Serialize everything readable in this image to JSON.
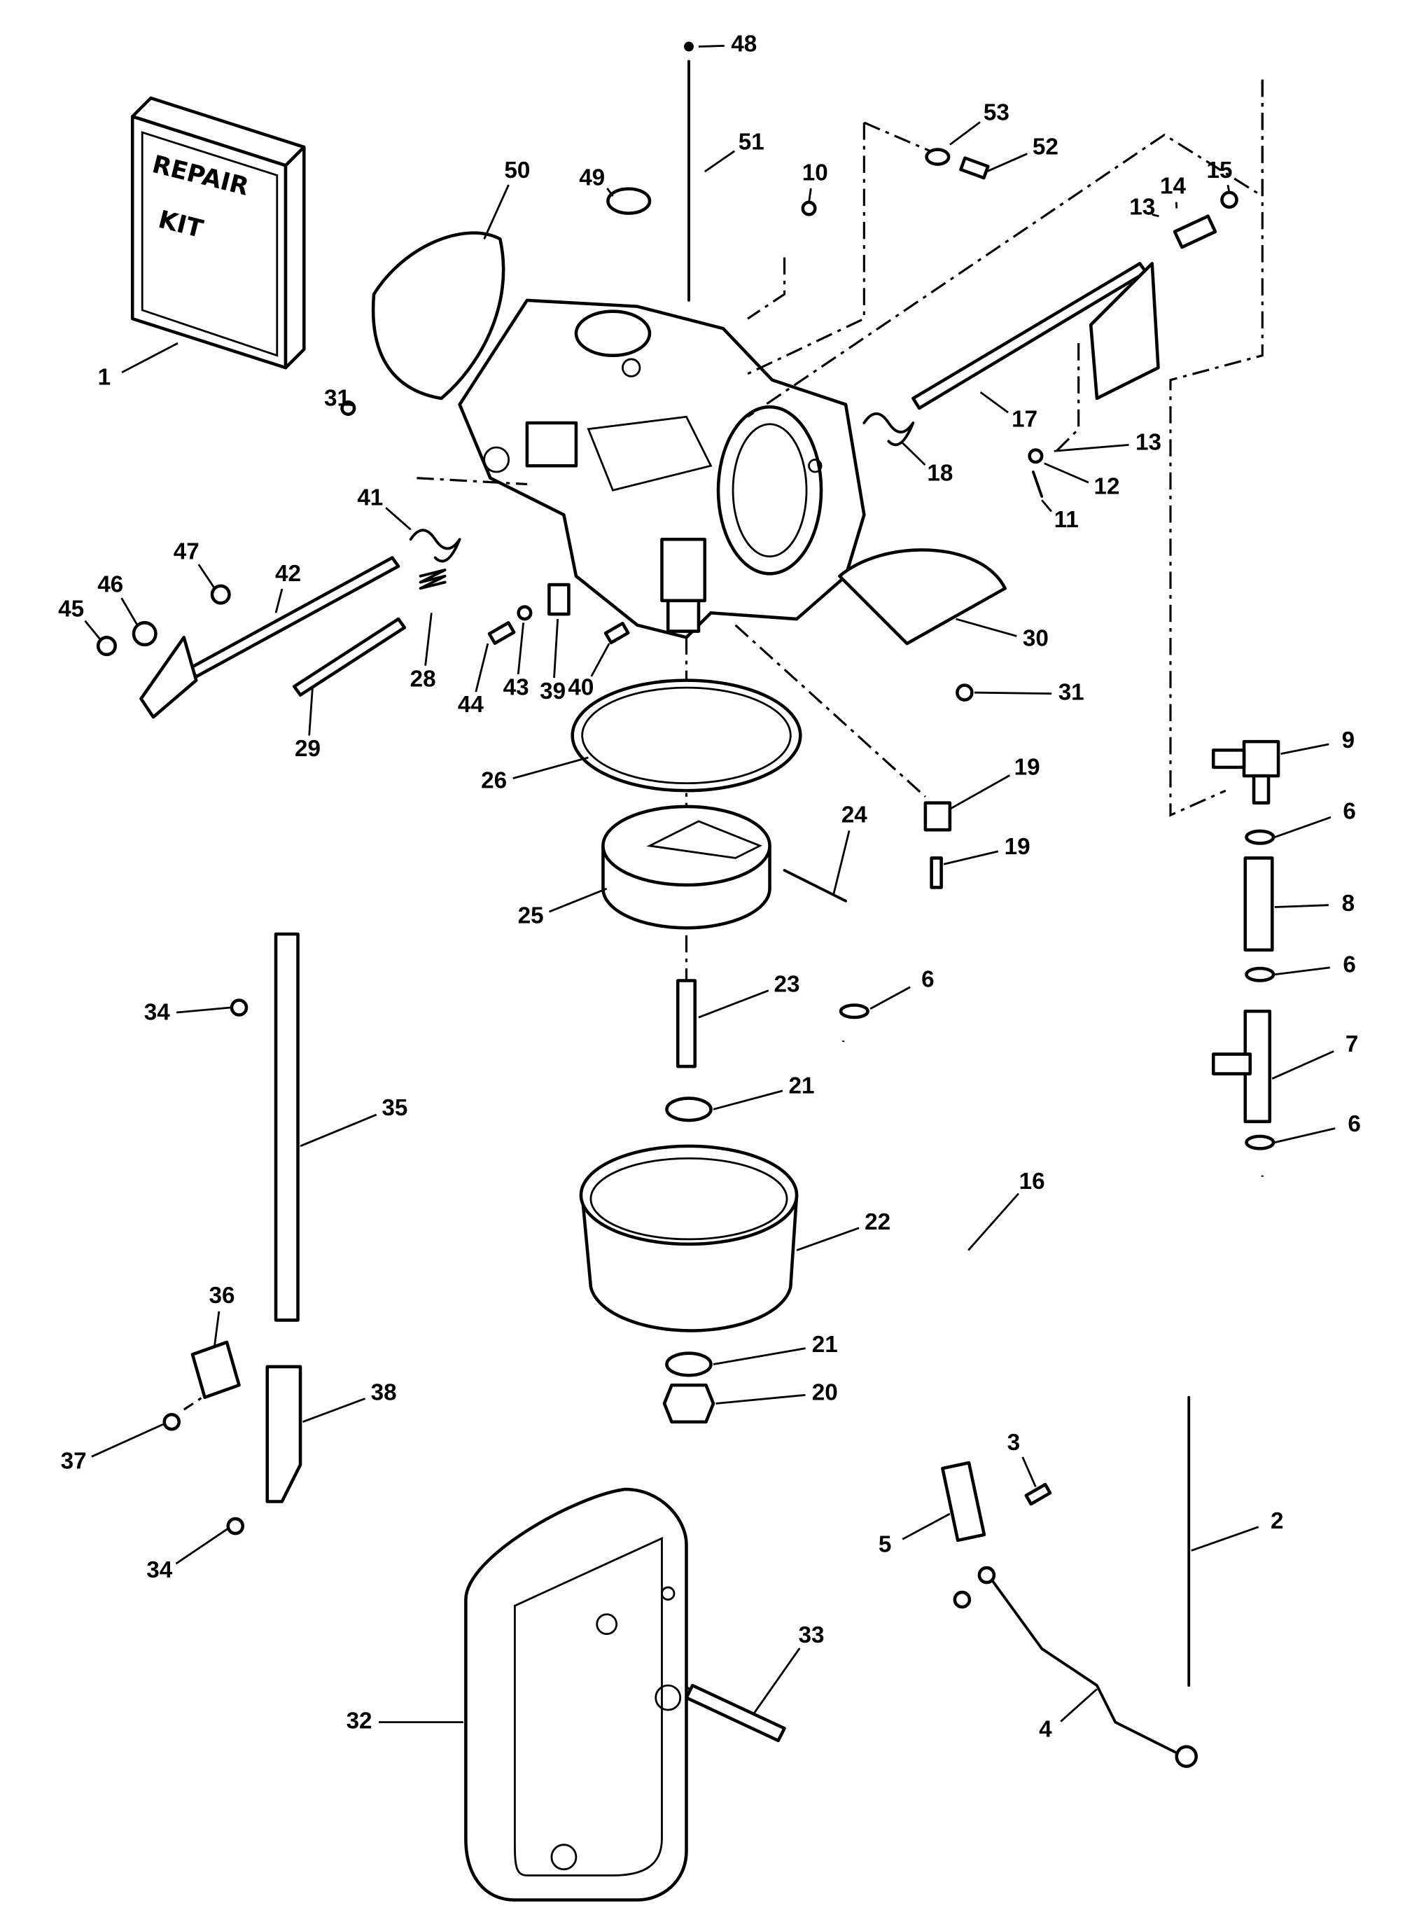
{
  "diagram": {
    "repair_kit_text": [
      "REPAIR",
      "KIT"
    ],
    "callouts": [
      "48",
      "51",
      "53",
      "52",
      "10",
      "49",
      "50",
      "13",
      "14",
      "15",
      "1",
      "31",
      "17",
      "18",
      "13",
      "12",
      "11",
      "41",
      "42",
      "47",
      "46",
      "45",
      "28",
      "44",
      "43",
      "39",
      "40",
      "29",
      "30",
      "31",
      "9",
      "26",
      "19",
      "19",
      "6",
      "24",
      "25",
      "8",
      "6",
      "23",
      "6",
      "34",
      "35",
      "7",
      "21",
      "6",
      "16",
      "22",
      "36",
      "21",
      "20",
      "38",
      "37",
      "3",
      "2",
      "5",
      "34",
      "33",
      "32",
      "4"
    ]
  }
}
